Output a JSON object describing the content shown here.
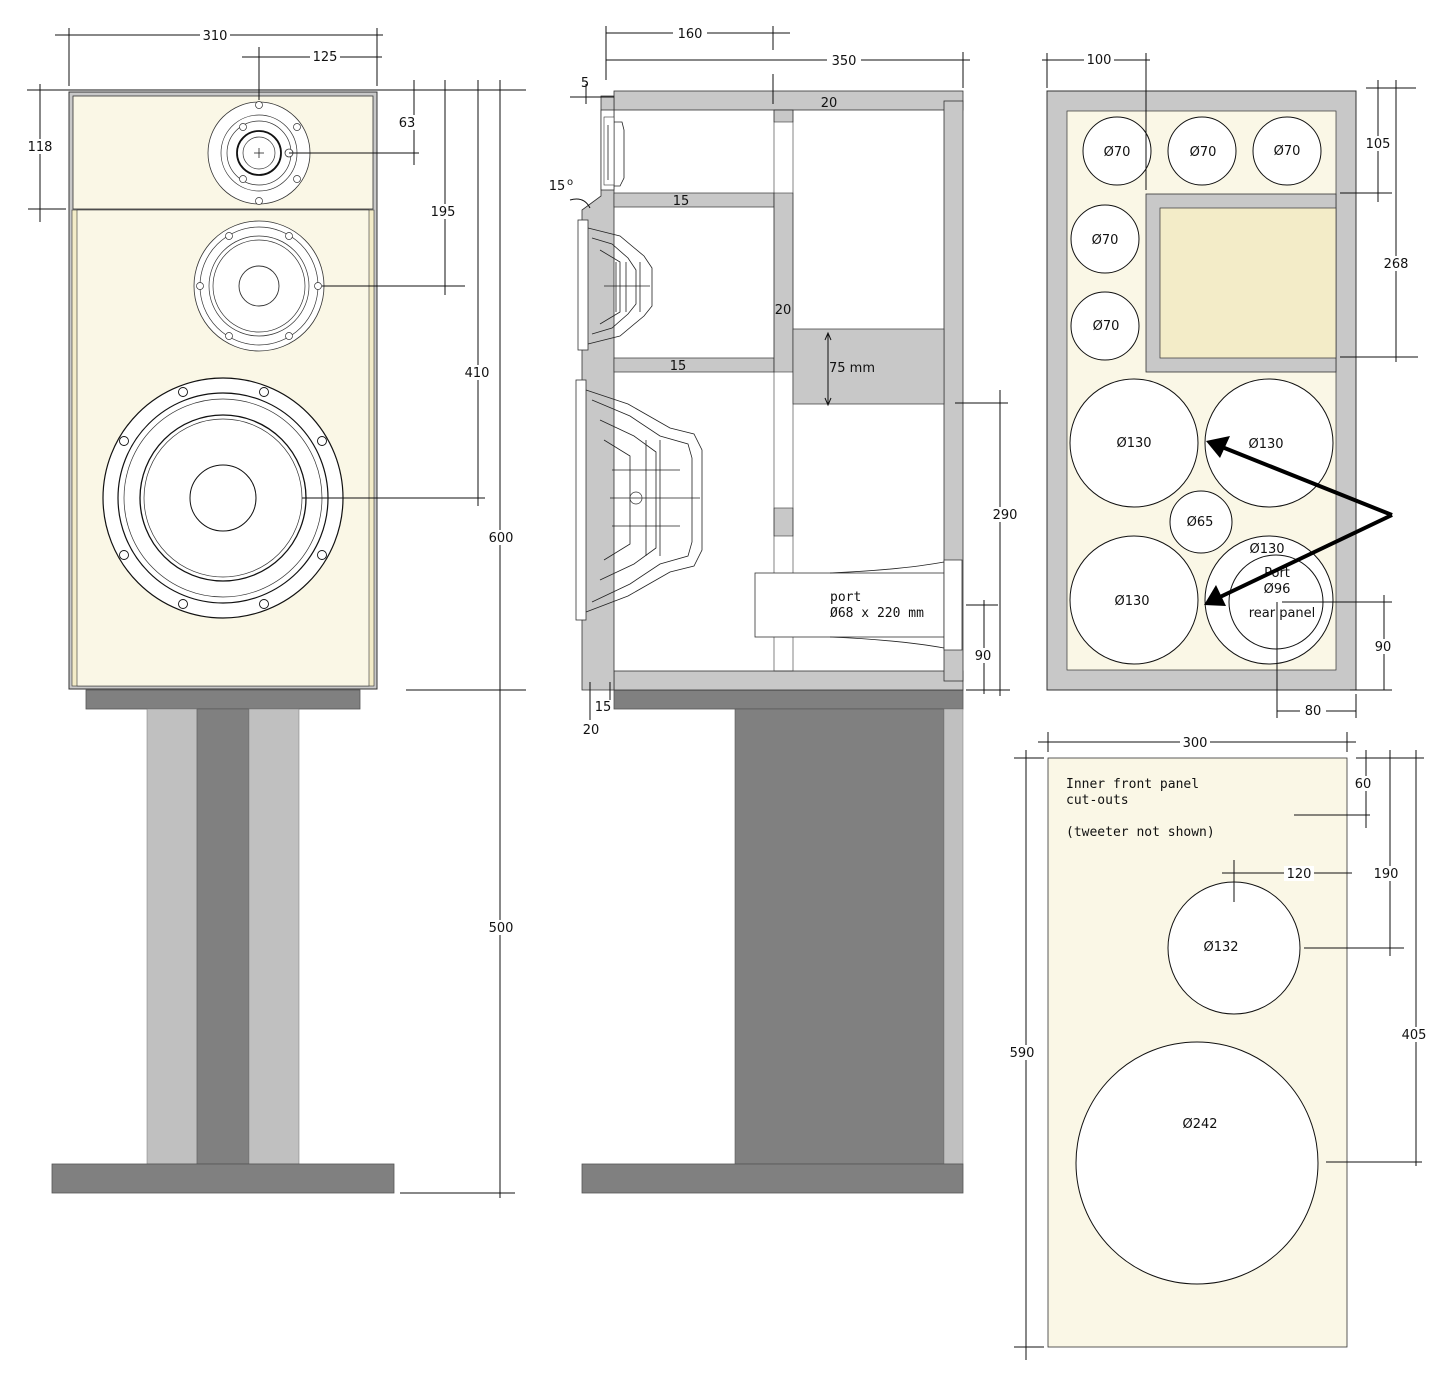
{
  "colors": {
    "panel_fill": "#faf7e6",
    "veneer": "#f3ecc8",
    "wood_grey": "#c8c8c8",
    "stand_dark": "#808080",
    "stand_light": "#c0c0c0",
    "outline": "#111111"
  },
  "front_view": {
    "dims": {
      "width": "310",
      "tweeter_offset": "125",
      "top_section": "118",
      "tweeter_center": "63",
      "mid_center": "195",
      "woofer_center": "410",
      "cabinet_height": "600",
      "stand_height": "500"
    }
  },
  "side_view": {
    "dims": {
      "front_offset": "160",
      "depth": "350",
      "baffle_step": "5",
      "angle": "15",
      "angle_unit": "o",
      "top_panel": "20",
      "shelf_upper": "15",
      "divider": "20",
      "shelf_lower": "15",
      "port_gap": "75 mm",
      "port_height": "290",
      "port_offset": "90",
      "bottom_front": "15",
      "bottom_panel": "20"
    },
    "port_label": "port",
    "port_spec": "Ø68 x 220 mm"
  },
  "rear_panel": {
    "dims": {
      "left_offset": "100",
      "top_row": "105",
      "box_height": "268",
      "port_bottom": "90",
      "port_side": "80"
    },
    "holes": [
      {
        "label": "Ø70"
      },
      {
        "label": "Ø70"
      },
      {
        "label": "Ø70"
      },
      {
        "label": "Ø70"
      },
      {
        "label": "Ø70"
      },
      {
        "label": "Ø130"
      },
      {
        "label": "Ø130"
      },
      {
        "label": "Ø65"
      },
      {
        "label": "Ø130"
      },
      {
        "label": "Ø130"
      }
    ],
    "port_label_1": "Port",
    "port_label_2": "Ø96",
    "port_label_3": "rear panel"
  },
  "inner_panel": {
    "title_1": "Inner front panel",
    "title_2": "cut-outs",
    "note": "(tweeter not shown)",
    "dims": {
      "width": "300",
      "height": "590",
      "mid_offset_top": "60",
      "mid_center": "190",
      "mid_right": "120",
      "woofer_center": "405"
    },
    "mid_hole": "Ø132",
    "woofer_hole": "Ø242"
  }
}
